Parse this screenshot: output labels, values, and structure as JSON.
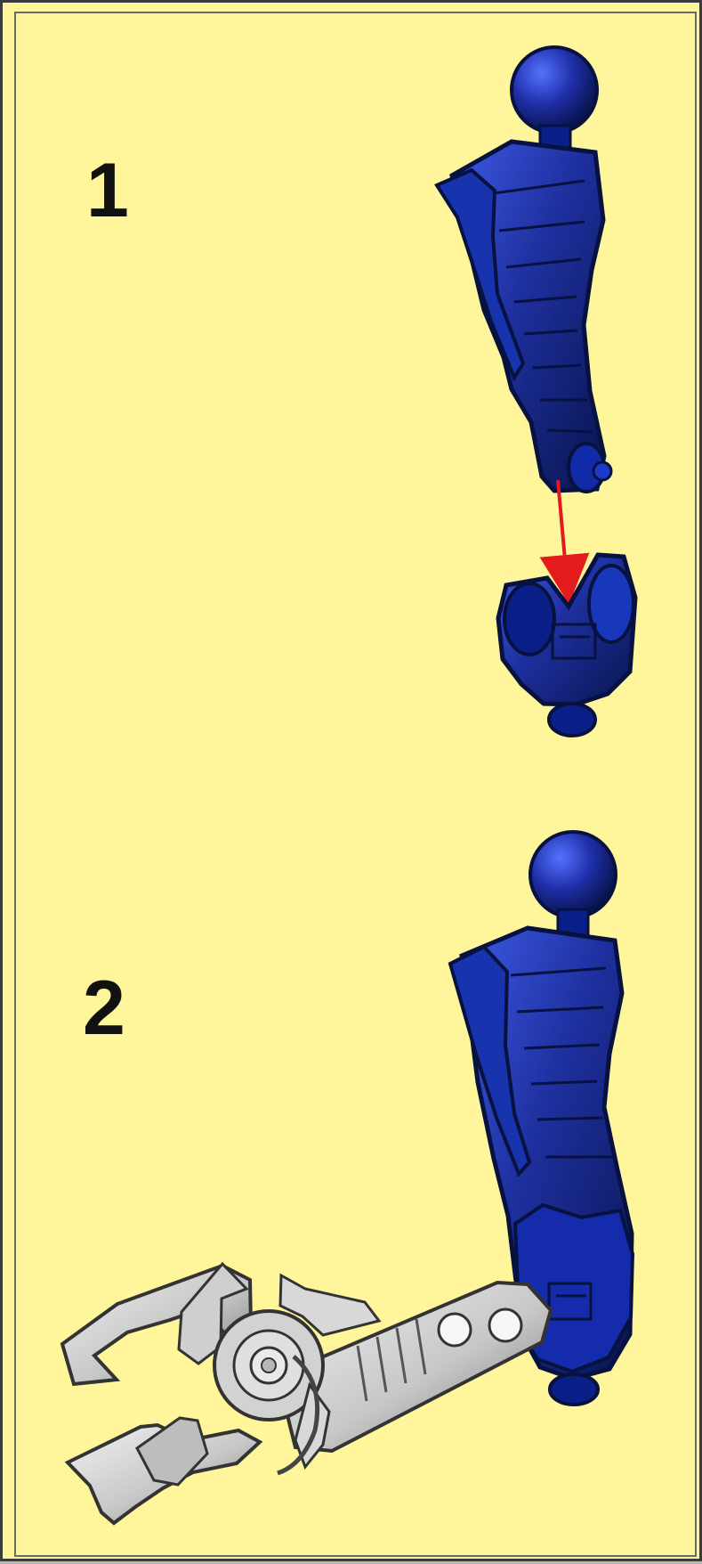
{
  "steps": [
    {
      "number": "1",
      "parts": [
        "blue-limb-piece",
        "blue-joint-socket"
      ],
      "connector": "red-arrow"
    },
    {
      "number": "2",
      "parts": [
        "blue-limb-assembly",
        "gray-claw-tool"
      ]
    }
  ],
  "colors": {
    "background": "#fff59a",
    "part_blue": "#1e2f9e",
    "part_blue_dark": "#071241",
    "part_gray": "#c9c9c9",
    "arrow_red": "#e31b1b"
  }
}
